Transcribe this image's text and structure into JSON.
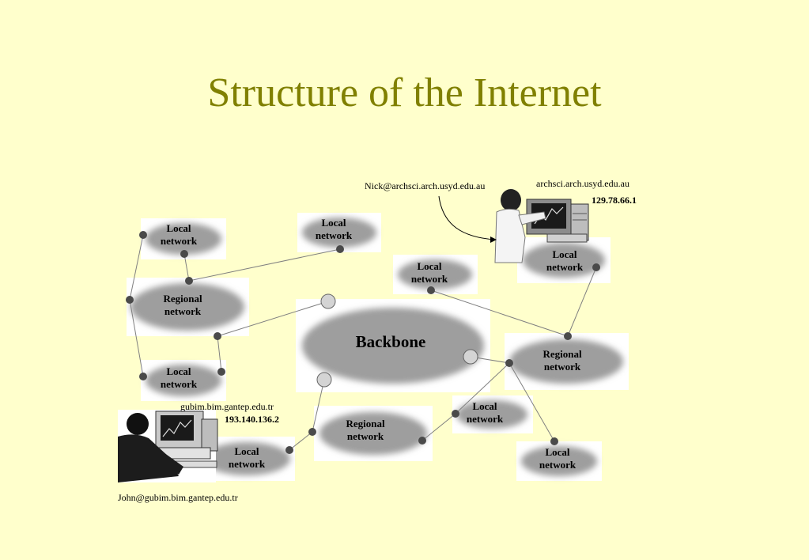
{
  "title": "Structure of the Internet",
  "labels": {
    "local": [
      "Local",
      "network"
    ],
    "regional": [
      "Regional",
      "network"
    ],
    "backbone": "Backbone"
  },
  "hosts": {
    "nick_email": "Nick@archsci.arch.usyd.edu.au",
    "nick_host": "archsci.arch.usyd.edu.au",
    "nick_ip": "129.78.66.1",
    "john_host": "gubim.bim.gantep.edu.tr",
    "john_ip": "193.140.136.2",
    "john_email": "John@gubim.bim.gantep.edu.tr"
  },
  "colors": {
    "background": "#ffffcc",
    "title": "#808000",
    "cloud": "#9e9e9e",
    "link": "#808080"
  }
}
